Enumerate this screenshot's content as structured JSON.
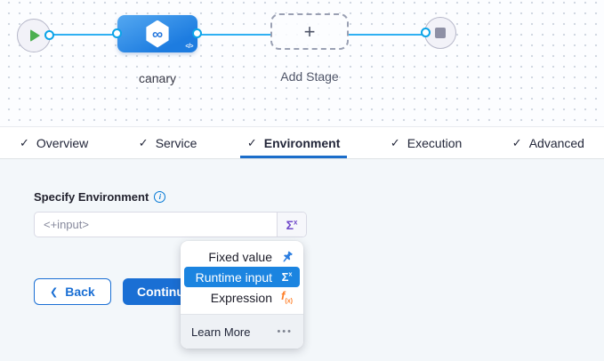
{
  "canvas": {
    "stage_label": "canary",
    "add_stage_label": "Add Stage"
  },
  "tabs": [
    {
      "label": "Overview",
      "checked": true,
      "active": false
    },
    {
      "label": "Service",
      "checked": true,
      "active": false
    },
    {
      "label": "Environment",
      "checked": true,
      "active": true
    },
    {
      "label": "Execution",
      "checked": true,
      "active": false
    },
    {
      "label": "Advanced",
      "checked": true,
      "active": false
    }
  ],
  "form": {
    "label": "Specify Environment",
    "input_value": "<+input>"
  },
  "buttons": {
    "back": "Back",
    "continue": "Continue"
  },
  "menu": {
    "items": [
      {
        "label": "Fixed value",
        "icon": "pin-icon",
        "selected": false
      },
      {
        "label": "Runtime input",
        "icon": "sigma-icon",
        "selected": true
      },
      {
        "label": "Expression",
        "icon": "fx-icon",
        "selected": false
      }
    ],
    "footer": {
      "label": "Learn More",
      "more": "•••"
    }
  },
  "icons": {
    "checkmark": "✓",
    "plus": "+",
    "chevron_left": "❮",
    "sigma": "Σ",
    "sigma_sup": "x",
    "fx": "f",
    "fx_sub": "(x)",
    "info": "i",
    "infinity": "∞",
    "code": "</>",
    "ellipsis": "•••"
  },
  "colors": {
    "accent_blue": "#1a6fd4",
    "menu_highlight_blue": "#1b84e0",
    "connector_blue": "#2fb0f2",
    "node_blue": "#2b87e9",
    "active_tab_underline": "#1b6dca",
    "sigma_purple": "#7049c9",
    "expression_orange": "#ff7e27",
    "play_green": "#4caf50",
    "canvas_bg": "#fcfdff",
    "content_bg": "#f3f7fa"
  }
}
